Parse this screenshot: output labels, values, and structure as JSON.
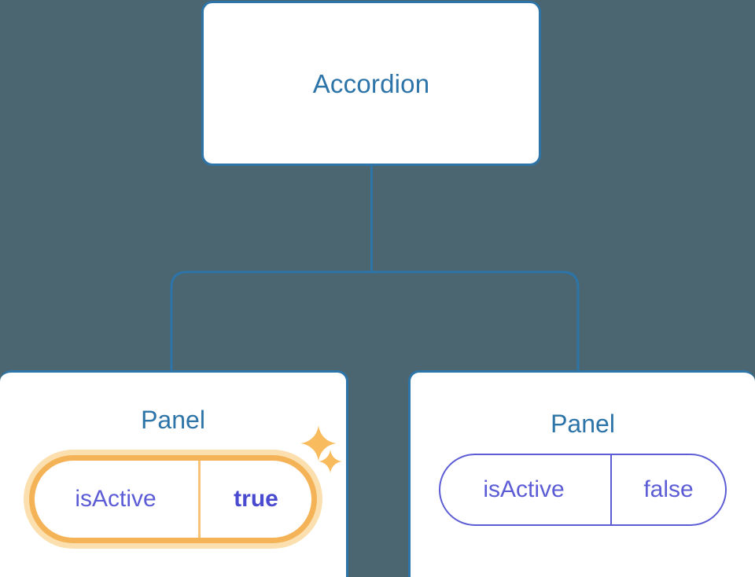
{
  "diagram": {
    "type": "component-tree",
    "background_color": "#4b6670",
    "accent_color": "#2d74a8",
    "prop_color": "#5c5cd6",
    "highlight_color": "#f5b358",
    "highlight_glow_color": "#fbdfae",
    "nodes": [
      {
        "id": "accordion",
        "title": "Accordion",
        "role": "root-component",
        "props": []
      },
      {
        "id": "panel-left",
        "title": "Panel",
        "role": "child-component",
        "highlighted": true,
        "props": [
          {
            "key": "isActive",
            "value": "true",
            "emphasis": "bold",
            "highlighted": true
          }
        ],
        "decorations": [
          {
            "name": "sparkle-large-icon"
          },
          {
            "name": "sparkle-small-icon"
          }
        ]
      },
      {
        "id": "panel-right",
        "title": "Panel",
        "role": "child-component",
        "highlighted": false,
        "props": [
          {
            "key": "isActive",
            "value": "false",
            "emphasis": "normal",
            "highlighted": false
          }
        ],
        "decorations": []
      }
    ],
    "edges": [
      {
        "from": "accordion",
        "to": "panel-left"
      },
      {
        "from": "accordion",
        "to": "panel-right"
      }
    ]
  }
}
